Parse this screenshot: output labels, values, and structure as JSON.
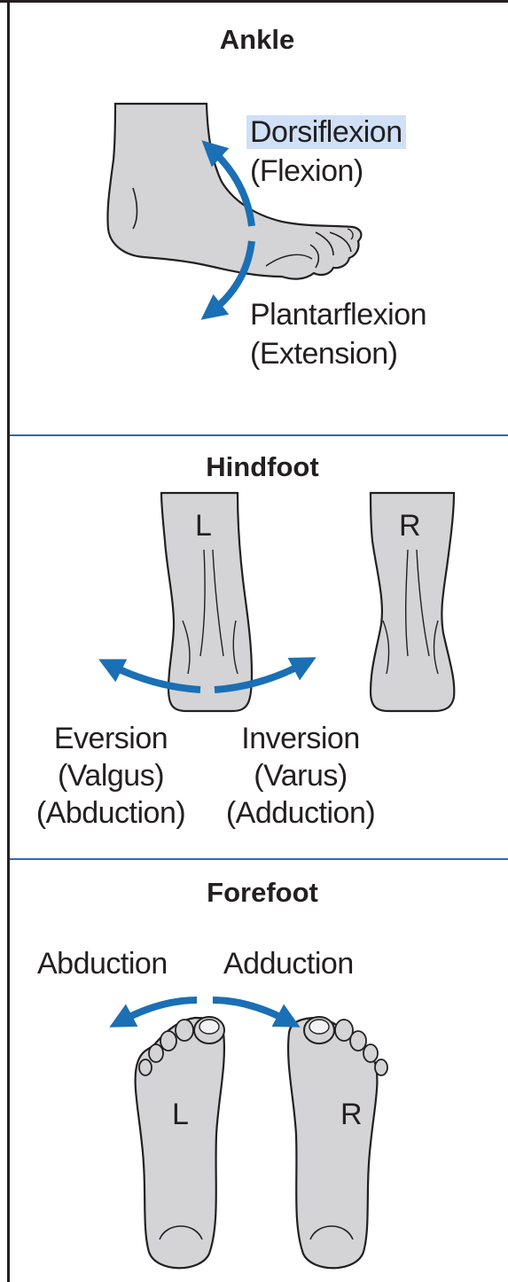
{
  "colors": {
    "border": "#231f20",
    "divider": "#2a6bb1",
    "arrow": "#1a6fb5",
    "skin": "#d4d4d6",
    "outline": "#231f20",
    "highlight": "#cfe0f7"
  },
  "sections": {
    "ankle": {
      "title": "Ankle",
      "dorsiflexion": "Dorsiflexion",
      "flexion": "(Flexion)",
      "plantarflexion": "Plantarflexion",
      "extension": "(Extension)"
    },
    "hindfoot": {
      "title": "Hindfoot",
      "left_label": "L",
      "right_label": "R",
      "eversion": "Eversion",
      "valgus": "(Valgus)",
      "abduction": "(Abduction)",
      "inversion": "Inversion",
      "varus": "(Varus)",
      "adduction": "(Adduction)"
    },
    "forefoot": {
      "title": "Forefoot",
      "abduction": "Abduction",
      "adduction": "Adduction",
      "left_label": "L",
      "right_label": "R"
    }
  }
}
